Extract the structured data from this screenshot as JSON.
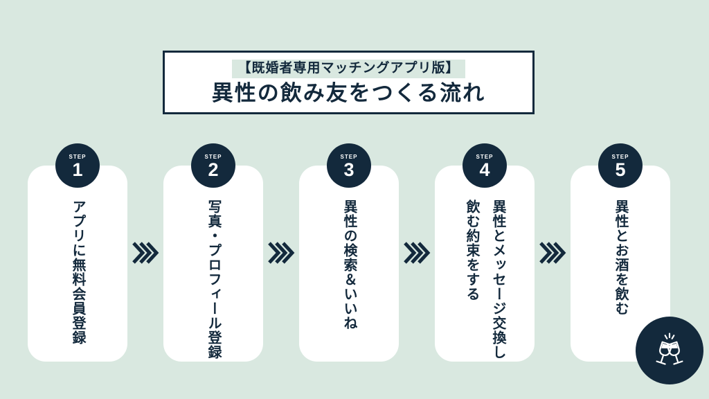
{
  "colors": {
    "background": "#d9e8e0",
    "navy": "#13293c",
    "card_white": "#ffffff",
    "tag_highlight": "#d9e8e0"
  },
  "header": {
    "tag_label": "【既婚者専用マッチングアプリ版】",
    "title": "異性の飲み友をつくる流れ"
  },
  "steps": [
    {
      "badge": "STEP",
      "number": "1",
      "text": "アプリに無料会員登録"
    },
    {
      "badge": "STEP",
      "number": "2",
      "text": "写真・プロフィール登録"
    },
    {
      "badge": "STEP",
      "number": "3",
      "text": "異性の検索＆いいね"
    },
    {
      "badge": "STEP",
      "number": "4",
      "text": "異性とメッセージ交換し\n飲む約束をする"
    },
    {
      "badge": "STEP",
      "number": "5",
      "text": "異性とお酒を飲む"
    }
  ],
  "arrows": {
    "icon": "triple-chevron-right",
    "count": 4
  },
  "footer": {
    "icon": "cheers-wine-glasses"
  }
}
